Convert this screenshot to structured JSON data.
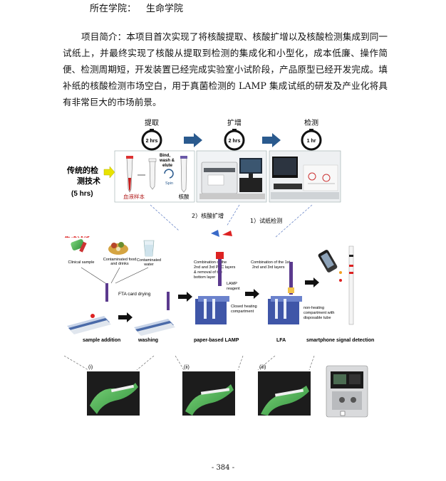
{
  "header": {
    "college_label": "所在学院：",
    "college_value": "生命学院"
  },
  "intro": {
    "text": "项目简介：本项目首次实现了将核酸提取、核酸扩增以及核酸检测集成到同一试纸上，并最终实现了核酸从提取到检测的集成化和小型化，成本低廉、操作简便、检测周期短，开发装置已经完成实验室小试阶段，产品原型已经开发完成。填补纸的核酸检测市场空白，用于真菌检测的 LAMP 集成试纸的研发及产业化将具有非常巨大的市场前景。"
  },
  "figure": {
    "steps": [
      {
        "label": "提取",
        "time": "2 hrs"
      },
      {
        "label": "扩增",
        "time": "2 hrs"
      },
      {
        "label": "检测",
        "time": "1 hr"
      }
    ],
    "traditional_label": "传统的检测技术",
    "traditional_time": "(5 hrs)",
    "tube_label_blood": "血液样本",
    "tube_label_nucleic": "核酸",
    "bind_text": "Bind, wash & elute",
    "spin_text": "Spin",
    "amp_label": "2）核酸扩增",
    "strip_label": "1）试纸检测",
    "integrated_label": "集成试纸",
    "samples": [
      "Clinical sample",
      "Contaminated food and drinks",
      "Contaminated water"
    ],
    "fta_label": "FTA card drying",
    "combo1": "Combination of the 2nd and 3rd PVC layers & removal of the bottom layer",
    "lamp_reagent": "LAMP reagent",
    "combo2": "Combination of the 1st, 2nd and 3rd layers",
    "closed_heating": "Closed heating compartment",
    "non_heating": "non-heating compartment with disposable tube",
    "bottom_labels": [
      "sample addition",
      "washing",
      "paper-based LAMP",
      "LFA",
      "smartphone signal detection"
    ],
    "photo_labels": [
      "(i)",
      "(ii)",
      "(iii)"
    ]
  },
  "footer": {
    "page": "- 384 -"
  }
}
